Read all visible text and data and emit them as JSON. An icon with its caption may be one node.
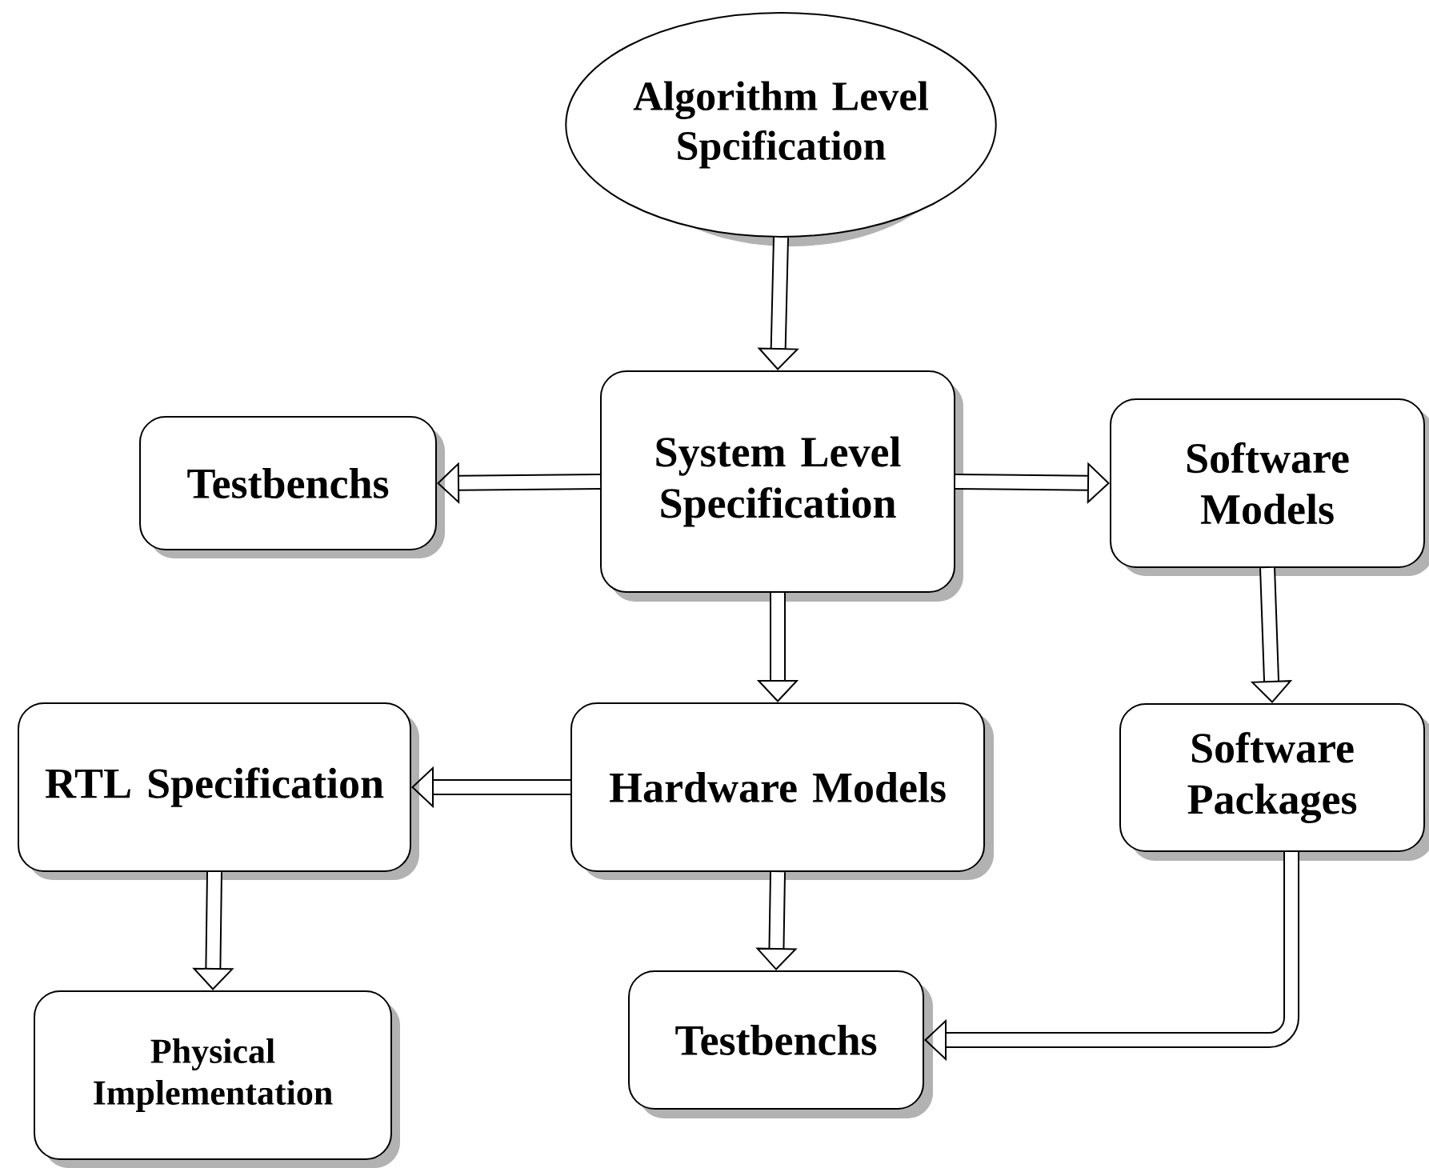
{
  "diagram": {
    "nodes": [
      {
        "text": [
          "Algorithm Level Spcification"
        ]
      },
      {
        "text": [
          "System Level Specification"
        ]
      },
      {
        "text": [
          "Testbenchs"
        ]
      },
      {
        "text": [
          "Software Models"
        ]
      },
      {
        "text": [
          "RTL Specification"
        ]
      },
      {
        "text": [
          "Hardware Models"
        ]
      },
      {
        "text": [
          "Software Packages"
        ]
      },
      {
        "text": [
          "Physical Implementation"
        ]
      },
      {
        "text": [
          "Testbenchs"
        ]
      }
    ],
    "edges": [
      {
        "from": 0,
        "to": 1,
        "arrow": "to"
      },
      {
        "from": 1,
        "to": 2,
        "arrow": "to"
      },
      {
        "from": 1,
        "to": 3,
        "arrow": "to"
      },
      {
        "from": 1,
        "to": 5,
        "arrow": "to"
      },
      {
        "from": 3,
        "to": 6,
        "arrow": "to"
      },
      {
        "from": 5,
        "to": 4,
        "arrow": "to"
      },
      {
        "from": 4,
        "to": 7,
        "arrow": "to"
      },
      {
        "from": 5,
        "to": 8,
        "arrow": "to"
      },
      {
        "from": 6,
        "to": 8,
        "arrow": "to"
      }
    ]
  }
}
